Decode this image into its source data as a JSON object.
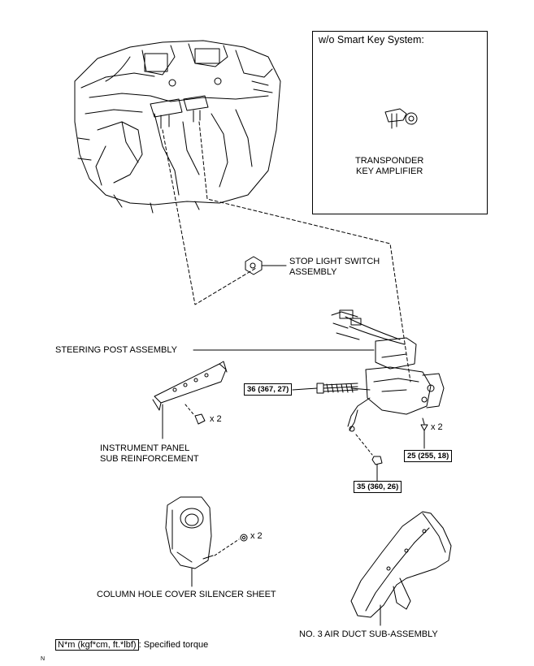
{
  "inset": {
    "title": "w/o Smart Key System:",
    "part_label_line1": "TRANSPONDER",
    "part_label_line2": "KEY AMPLIFIER"
  },
  "labels": {
    "stop_light_line1": "STOP LIGHT SWITCH",
    "stop_light_line2": "ASSEMBLY",
    "steering_post": "STEERING POST ASSEMBLY",
    "instrument_panel_line1": "INSTRUMENT PANEL",
    "instrument_panel_line2": "SUB REINFORCEMENT",
    "column_hole": "COLUMN HOLE COVER SILENCER SHEET",
    "air_duct": "NO. 3 AIR DUCT SUB-ASSEMBLY"
  },
  "torques": {
    "t1": "36 (367, 27)",
    "t2": "25 (255, 18)",
    "t3": "35 (360, 26)"
  },
  "multipliers": {
    "reinforcement_bolts": "x 2",
    "column_bolts": "x 2",
    "silencer_clips": "x 2"
  },
  "legend": {
    "unit_box": "N*m (kgf*cm, ft.*lbf)",
    "description": ": Specified torque"
  },
  "footer_mark": "N"
}
